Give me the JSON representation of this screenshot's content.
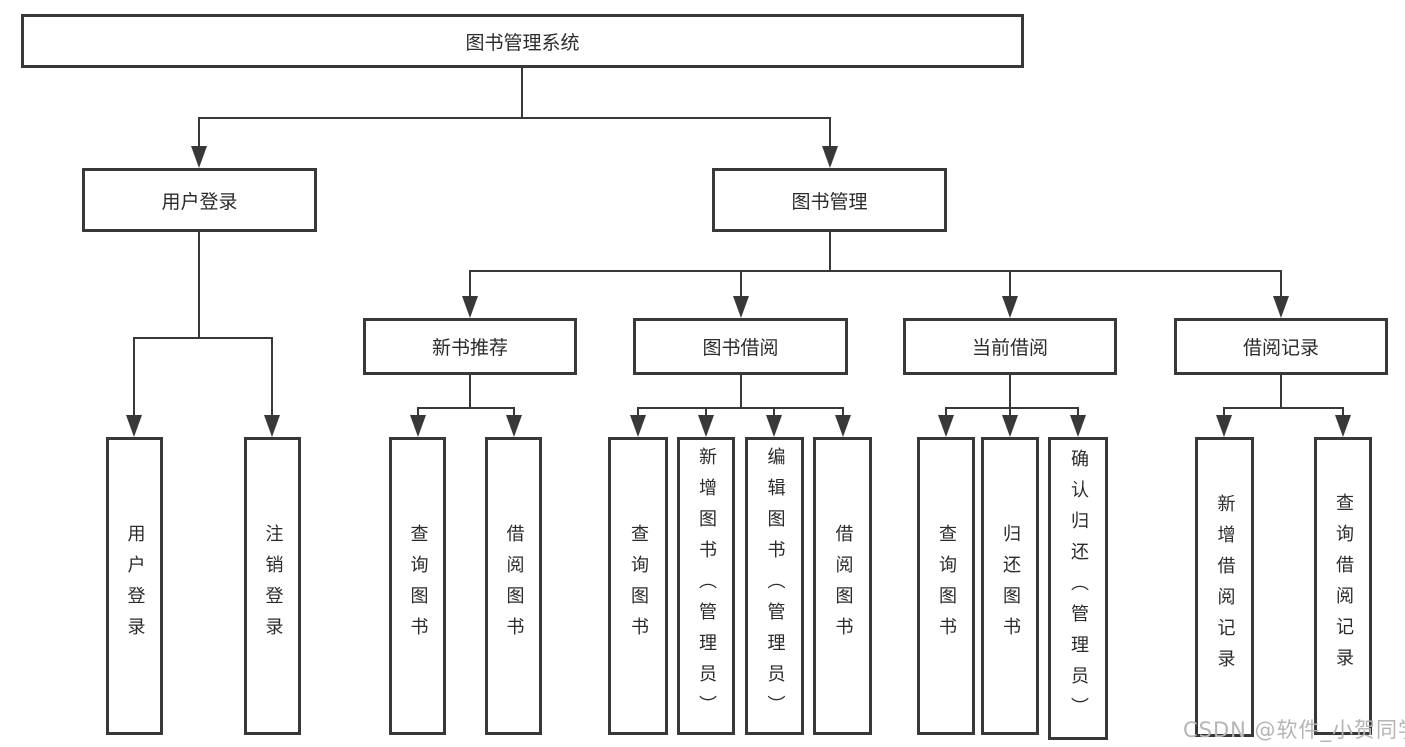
{
  "tree": {
    "root": "图书管理系统",
    "branches": [
      {
        "label": "用户登录",
        "children": [
          "用户登录",
          "注销登录"
        ]
      },
      {
        "label": "图书管理",
        "groups": [
          {
            "label": "新书推荐",
            "children": [
              "查询图书",
              "借阅图书"
            ]
          },
          {
            "label": "图书借阅",
            "children": [
              "查询图书",
              "新增图书（管理员）",
              "编辑图书（管理员）",
              "借阅图书"
            ]
          },
          {
            "label": "当前借阅",
            "children": [
              "查询图书",
              "归还图书",
              "确认归还（管理员）"
            ]
          },
          {
            "label": "借阅记录",
            "children": [
              "新增借阅记录",
              "查询借阅记录"
            ]
          }
        ]
      }
    ]
  },
  "watermark": {
    "text": "CSDN @软件_小贺同学"
  },
  "colors": {
    "line": "#383838",
    "text": "#2b2b2b",
    "watermark": "#b5b5b5",
    "background": "#ffffff"
  }
}
